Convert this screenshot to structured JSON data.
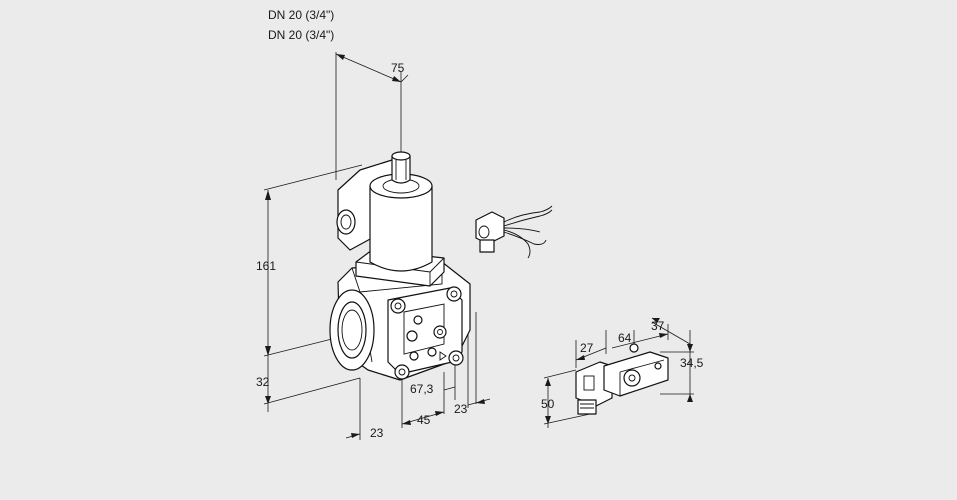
{
  "header": {
    "inlet_size": "DN 20 (3/4\")",
    "outlet_size": "DN 20 (3/4\")"
  },
  "valve_dims": {
    "top_width": "75",
    "height": "161",
    "base": "32",
    "port_offset": "23",
    "depth": "45",
    "side": "23",
    "port_spacing": "67,3"
  },
  "connector_dims": {
    "a": "27",
    "b": "64",
    "c": "37",
    "height": "34,5",
    "length": "50"
  }
}
